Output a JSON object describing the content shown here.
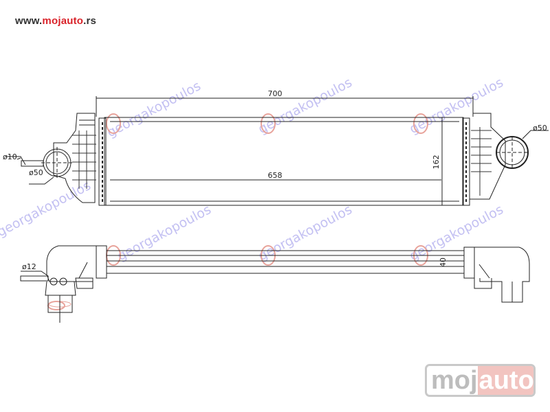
{
  "website": {
    "prefix": "www.",
    "brand": "mojauto",
    "suffix": ".rs"
  },
  "dimensions": {
    "overall_length": "700",
    "core_length": "658",
    "core_height": "162",
    "core_thickness": "40",
    "inlet_diameter": "ø50",
    "outlet_diameter": "ø50",
    "sensor_pipe_diameter": "ø10",
    "side_pipe_diameter": "ø12"
  },
  "watermark": {
    "text": "georgakopoulos"
  },
  "logo": {
    "part1": "moj",
    "part2": "auto"
  },
  "colors": {
    "brand_red": "#d9232a",
    "watermark_blue": "#b9b6f0",
    "watermark_red": "#e8a39b",
    "line": "#222222"
  }
}
